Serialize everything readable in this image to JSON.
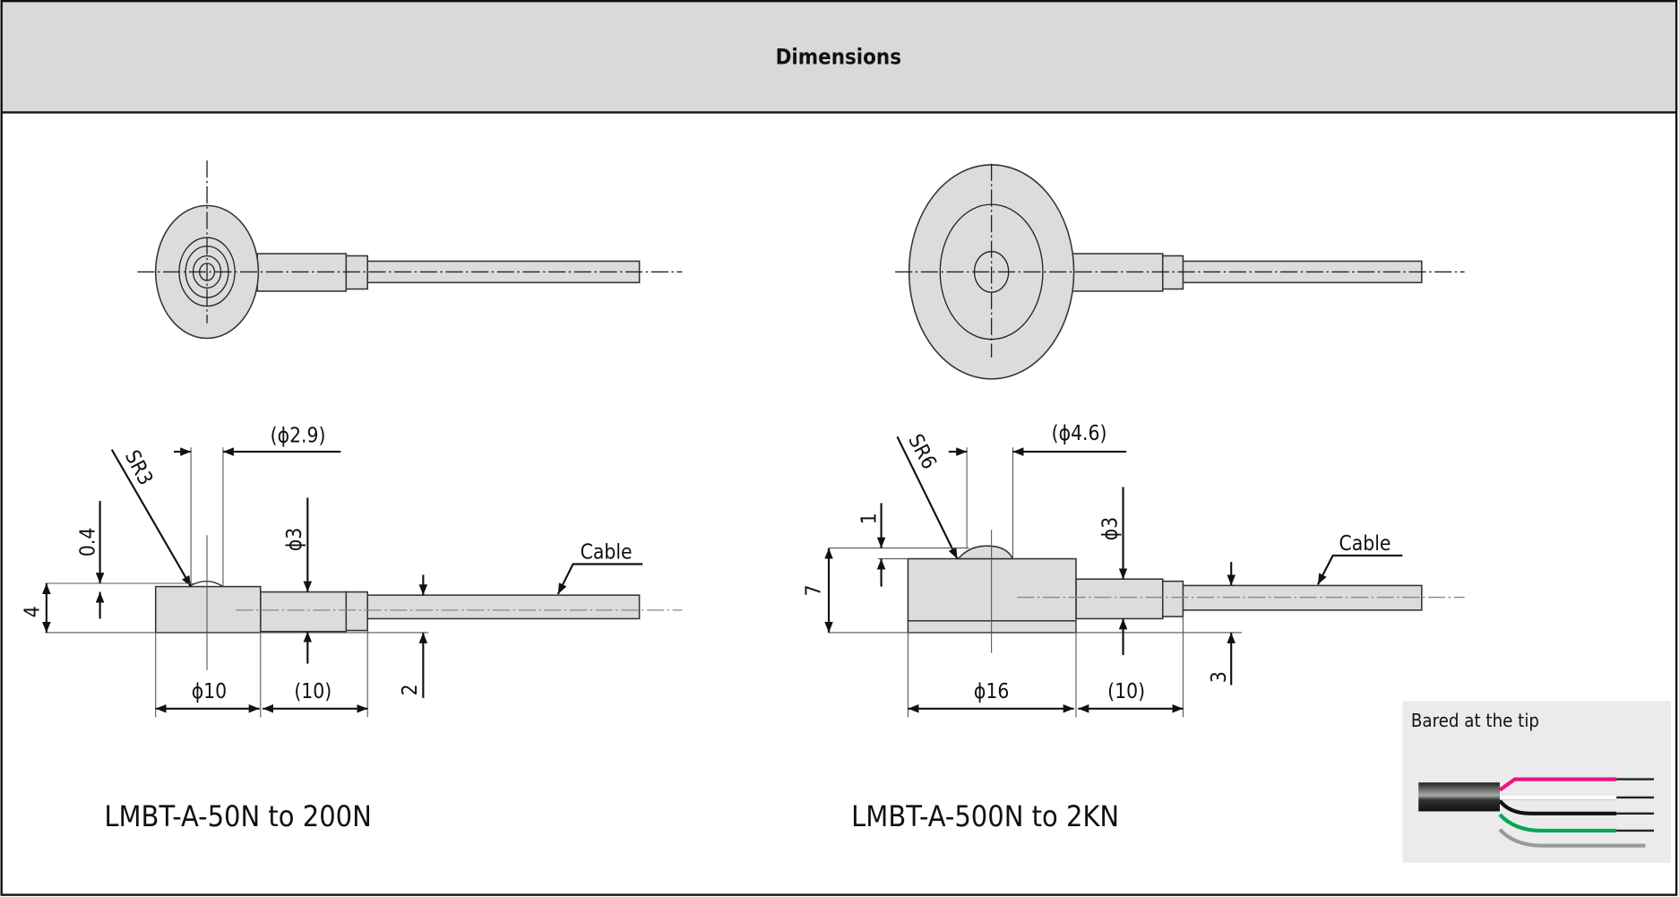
{
  "header": {
    "title": "Dimensions"
  },
  "left_drawing": {
    "model": "LMBT-A-50N to 200N",
    "dims": {
      "tip_dia": "(ϕ2.9)",
      "sphere_radius": "SR3",
      "dome_height": "0.4",
      "cable_dia": "ϕ3",
      "cable_label": "Cable",
      "height": "4",
      "cable_offset": "2",
      "body_dia": "ϕ10",
      "neck_length": "(10)"
    }
  },
  "right_drawing": {
    "model": "LMBT-A-500N to 2KN",
    "dims": {
      "tip_dia": "(ϕ4.6)",
      "sphere_radius": "SR6",
      "dome_height": "1",
      "cable_dia": "ϕ3",
      "cable_label": "Cable",
      "height": "7",
      "cable_offset": "3",
      "body_dia": "ϕ16",
      "neck_length": "(10)"
    }
  },
  "inset": {
    "label": "Bared at the tip",
    "wire_colors": [
      "#e8167f",
      "#ffffff",
      "#111111",
      "#00a651",
      "#999999"
    ]
  }
}
